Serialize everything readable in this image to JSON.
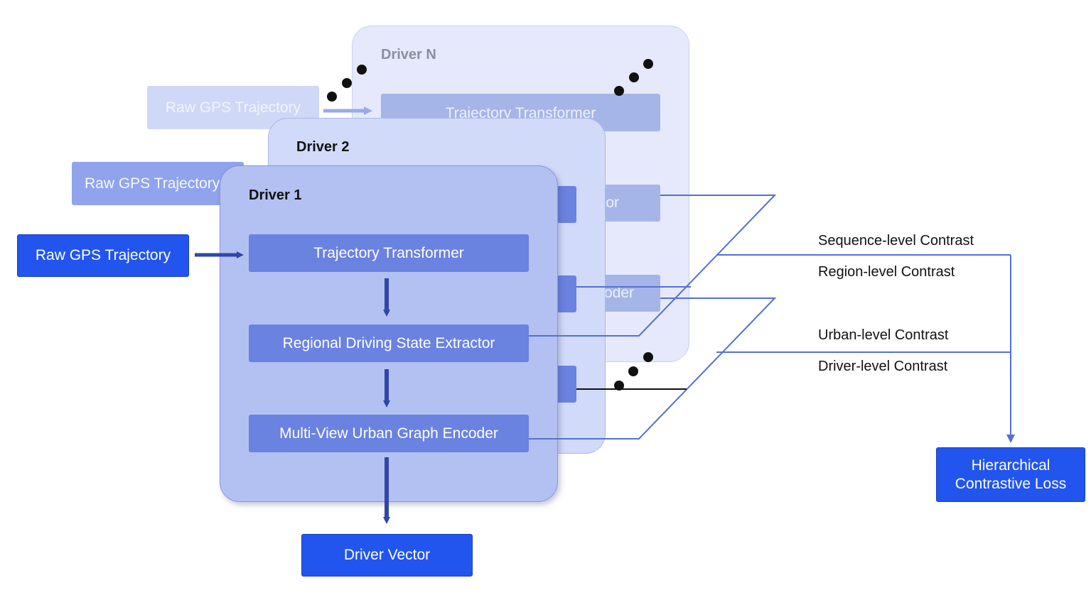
{
  "drivers": {
    "n": {
      "title": "Driver N",
      "input": "Raw GPS Trajectory",
      "transformer": "Trajectory Transformer",
      "extractor_tail": "ctor",
      "encoder_tail": "oder"
    },
    "two": {
      "title": "Driver 2",
      "input": "Raw GPS Trajectory"
    },
    "one": {
      "title": "Driver 1",
      "input": "Raw GPS Trajectory",
      "transformer": "Trajectory Transformer",
      "extractor": "Regional Driving State Extractor",
      "encoder": "Multi-View Urban Graph Encoder",
      "output": "Driver Vector"
    }
  },
  "contrasts": {
    "sequence": "Sequence-level Contrast",
    "region": "Region-level Contrast",
    "urban": "Urban-level Contrast",
    "driver": "Driver-level Contrast"
  },
  "loss": {
    "line1": "Hierarchical",
    "line2": "Contrastive Loss"
  },
  "colors": {
    "card_n": "#e6e9fb",
    "card_2": "#d0d9f9",
    "card_1": "#b3c1f2",
    "inner_box": "#6a82e0",
    "primary": "#2255ee",
    "line": "#5570d0",
    "arrow": "#2e47a8"
  }
}
